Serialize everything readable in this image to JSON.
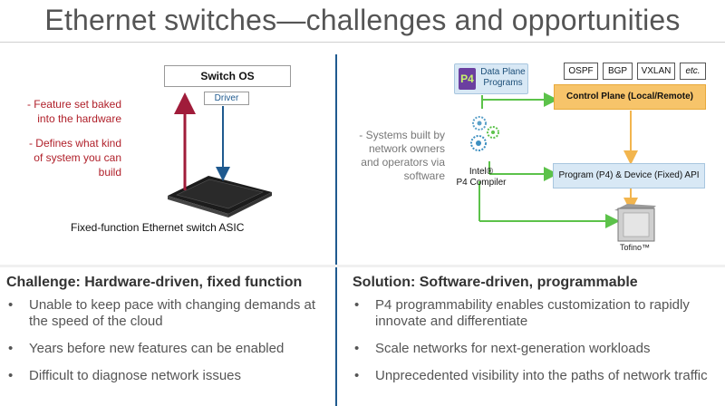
{
  "title": "Ethernet switches—challenges and opportunities",
  "left_diagram": {
    "switch_os": "Switch OS",
    "driver": "Driver",
    "note_1": [
      "- Feature set baked",
      "into the hardware"
    ],
    "note_2": [
      "- Defines what kind",
      "of system you can",
      "build"
    ],
    "asic_label": "Fixed-function Ethernet switch ASIC"
  },
  "right_diagram": {
    "p4_logo": "P4",
    "p4_programs": [
      "Data Plane",
      "Programs"
    ],
    "protocols": [
      "OSPF",
      "BGP",
      "VXLAN",
      "etc."
    ],
    "control_plane": "Control Plane (Local/Remote)",
    "api": "Program (P4) & Device (Fixed) API",
    "note": [
      "- Systems built by",
      "network owners",
      "and operators via",
      "software"
    ],
    "intel": [
      "Intel®",
      "P4 Compiler"
    ],
    "tofino": "Tofino™"
  },
  "challenge": {
    "heading": "Challenge: Hardware-driven, fixed function",
    "bullets": [
      "Unable to keep pace with changing demands at the speed of the cloud",
      "Years before new features can be enabled",
      "Difficult to diagnose network issues"
    ]
  },
  "solution": {
    "heading": "Solution: Software-driven, programmable",
    "bullets": [
      "P4 programmability enables customization to rapidly innovate and differentiate",
      "Scale networks for next-generation workloads",
      "Unprecedented visibility into the paths of network traffic"
    ]
  },
  "colors": {
    "accent_blue": "#1f5a8f",
    "red": "#b0202a",
    "green": "#5cc24a",
    "orange": "#f7c46a",
    "light_blue": "#d8e8f5"
  }
}
